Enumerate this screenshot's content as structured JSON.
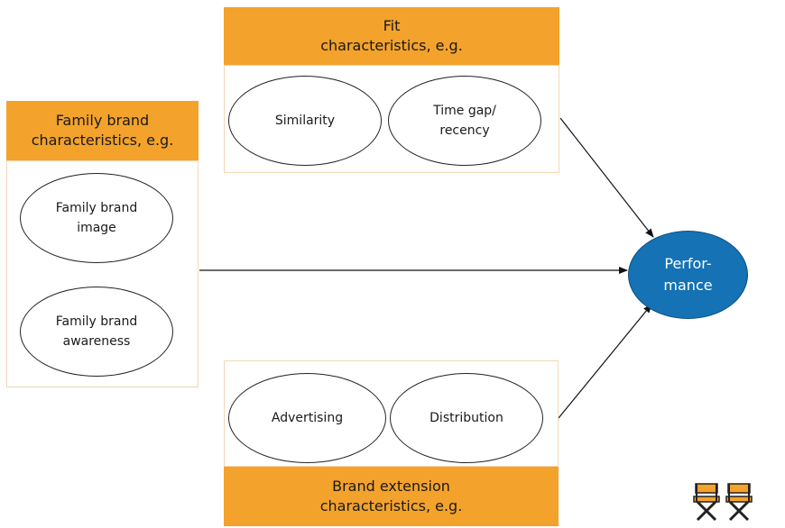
{
  "fit_panel": {
    "header_line1": "Fit",
    "header_line2": "characteristics, e.g.",
    "item1": "Similarity",
    "item2_line1": "Time gap/",
    "item2_line2": "recency"
  },
  "family_panel": {
    "header_line1": "Family brand",
    "header_line2": "characteristics, e.g.",
    "item1_line1": "Family brand",
    "item1_line2": "image",
    "item2_line1": "Family brand",
    "item2_line2": "awareness"
  },
  "extension_panel": {
    "header_line1": "Brand extension",
    "header_line2": "characteristics, e.g.",
    "item1": "Advertising",
    "item2": "Distribution"
  },
  "outcome": {
    "line1": "Perfor-",
    "line2": "mance"
  },
  "colors": {
    "header_fill": "#f3a22c",
    "outcome_fill": "#1472b5"
  },
  "icons": [
    "director-chair-icon",
    "director-chair-icon"
  ]
}
